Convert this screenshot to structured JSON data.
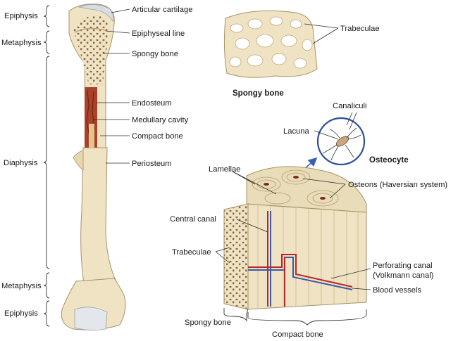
{
  "regions": {
    "epiphysis_top": "Epiphysis",
    "metaphysis_top": "Metaphysis",
    "diaphysis": "Diaphysis",
    "metaphysis_bottom": "Metaphysis",
    "epiphysis_bottom": "Epiphysis"
  },
  "long_bone_labels": {
    "articular_cartilage": "Articular cartilage",
    "epiphyseal_line": "Epiphyseal line",
    "spongy_bone": "Spongy bone",
    "endosteum": "Endosteum",
    "medullary_cavity": "Medullary cavity",
    "compact_bone": "Compact bone",
    "periosteum": "Periosteum"
  },
  "spongy_detail": {
    "trabeculae": "Trabeculae",
    "caption": "Spongy bone"
  },
  "osteocyte_detail": {
    "canaliculi": "Canaliculi",
    "lacuna": "Lacuna",
    "caption": "Osteocyte"
  },
  "compact_detail": {
    "lamellae": "Lamellae",
    "osteons": "Osteons (Haversian system)",
    "central_canal": "Central canal",
    "trabeculae": "Trabeculae",
    "perforating_canal_line1": "Perforating canal",
    "perforating_canal_line2": "(Volkmann canal)",
    "blood_vessels": "Blood vessels",
    "spongy_bone": "Spongy bone",
    "compact_bone": "Compact bone"
  },
  "colors": {
    "bone": "#efe3c4",
    "bone_shade": "#dccca3",
    "cavity": "#a8432a",
    "artery": "#b8262a",
    "vein": "#3a5aa8",
    "highlight_arrow": "#3b5fb8"
  }
}
